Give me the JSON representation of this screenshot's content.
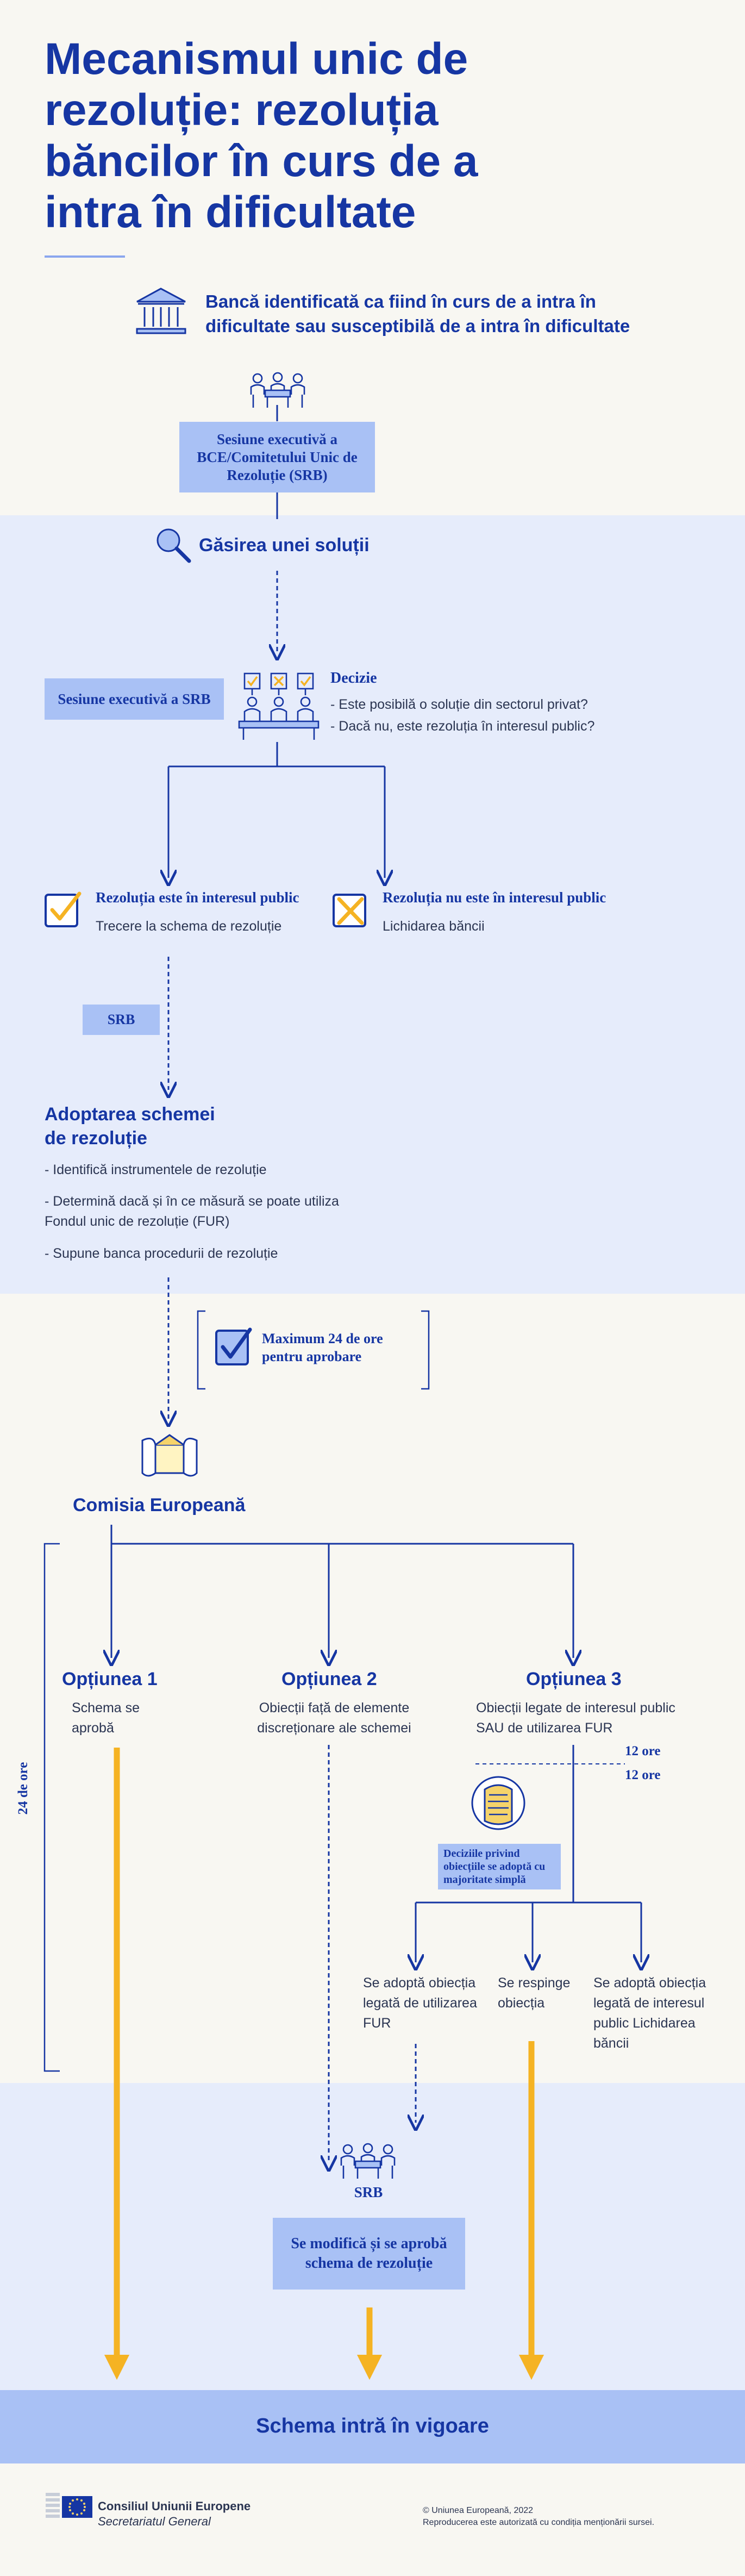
{
  "title": "Mecanismul unic de rezoluție: rezoluția băncilor în curs de a intra în dificultate",
  "step1": {
    "text": "Bancă identificată ca fiind în curs de a intra în dificultate sau susceptibilă de a intra în dificultate"
  },
  "session_ecb": {
    "label": "Sesiune executivă a BCE/Comitetului Unic de Rezoluție (SRB)"
  },
  "finding": {
    "label": "Găsirea unei soluții"
  },
  "session_srb": {
    "label": "Sesiune executivă a SRB"
  },
  "decision": {
    "heading": "Decizie",
    "q1": "- Este posibilă o soluție din sectorul privat?",
    "q2": "- Dacă nu, este rezoluția în interesul public?"
  },
  "branch_yes": {
    "heading": "Rezoluția este în interesul public",
    "text": "Trecere la schema de rezoluție"
  },
  "branch_no": {
    "heading": "Rezoluția nu este în interesul public",
    "text": "Lichidarea băncii"
  },
  "srb_tag": "SRB",
  "adoption": {
    "heading": "Adoptarea schemei de rezoluție",
    "items": [
      "- Identifică instrumentele de rezoluție",
      "- Determină dacă și în ce măsură se poate utiliza Fondul unic de rezoluție (FUR)",
      "- Supune banca procedurii de rezoluție"
    ]
  },
  "approval": {
    "text": "Maximum 24 de ore pentru aprobare"
  },
  "commission": {
    "label": "Comisia Europeană"
  },
  "hours_24": "24 de ore",
  "options": [
    {
      "heading": "Opțiunea 1",
      "text": "Schema se aprobă"
    },
    {
      "heading": "Opțiunea 2",
      "text": "Obiecții față de elemente discreționare ale schemei"
    },
    {
      "heading": "Opțiunea 3",
      "text": "Obiecții legate de interesul public SAU de utilizarea FUR"
    }
  ],
  "hours_12a": "12 ore",
  "hours_12b": "12 ore",
  "council_note": "Deciziile privind obiecțiile se adoptă cu majoritate simplă",
  "outcomes": [
    "Se adoptă obiecția legată de utilizarea FUR",
    "Se respinge obiecția",
    "Se adoptă obiecția legată de interesul public Lichidarea băncii"
  ],
  "srb_bottom": "SRB",
  "modify_box": "Se modifică și se aprobă schema de rezoluție",
  "final": "Schema intră în vigoare",
  "footer": {
    "org_line1": "Consiliul Uniunii Europene",
    "org_line2": "Secretariatul General",
    "copyright": "© Uniunea Europeană, 2022",
    "reproduction": "Reproducerea este autorizată cu condiția menționării sursei."
  },
  "colors": {
    "dark_blue": "#1636a3",
    "light_blue": "#a9c1f5",
    "band_blue": "#e6ecfb",
    "cream": "#f8f7f2",
    "yellow": "#f5b323"
  },
  "icons": [
    "bank-icon",
    "meeting-icon",
    "magnifier-icon",
    "voting-board-icon",
    "checkbox-check-icon",
    "checkbox-cross-icon",
    "checkbox-check-icon",
    "commission-building-icon",
    "council-building-icon",
    "meeting-icon",
    "eu-flag-icon"
  ]
}
